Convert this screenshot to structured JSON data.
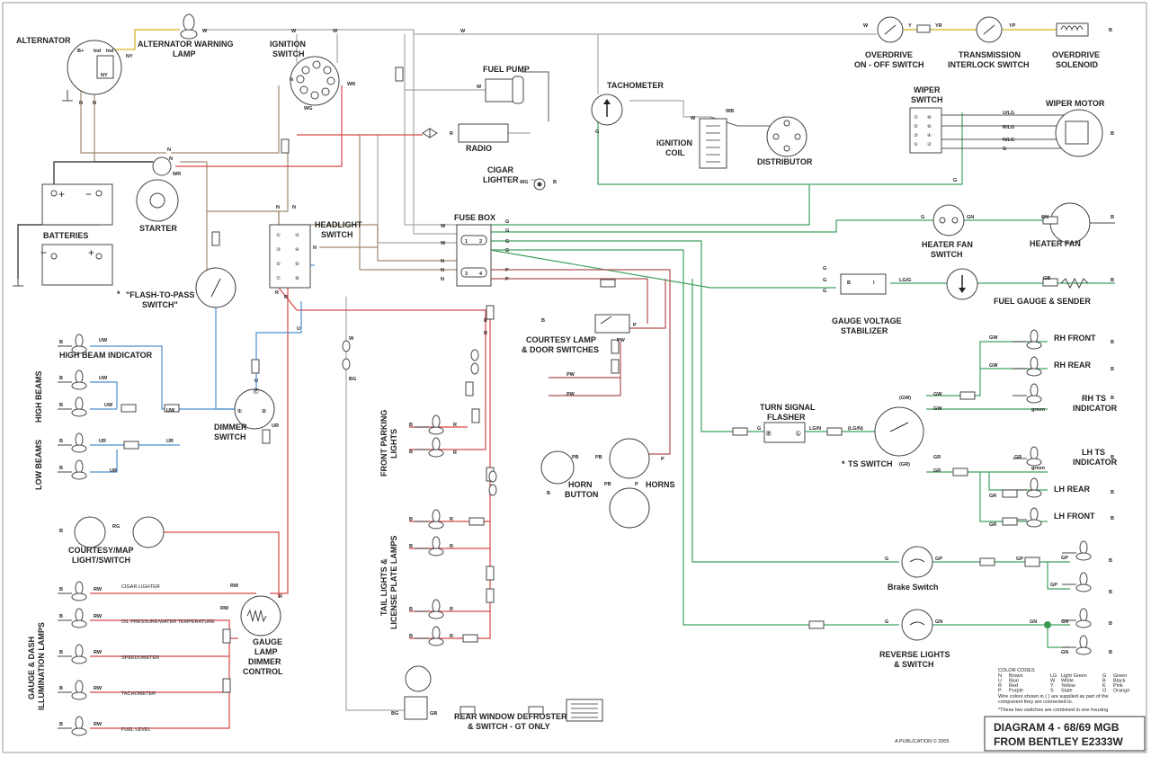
{
  "title": {
    "line1": "DIAGRAM 4 - 68/69 MGB",
    "line2": "FROM BENTLEY E2333W"
  },
  "credit": "A PUBLICATION © 2005",
  "components": {
    "alternator": "ALTERNATOR",
    "alt_warning_1": "ALTERNATOR WARNING",
    "alt_warning_2": "LAMP",
    "ignition_switch_1": "IGNITION",
    "ignition_switch_2": "SWITCH",
    "fuel_pump": "FUEL PUMP",
    "radio": "RADIO",
    "cigar_lighter_1": "CIGAR",
    "cigar_lighter_2": "LIGHTER",
    "tachometer": "TACHOMETER",
    "ignition_coil_1": "IGNITION",
    "ignition_coil_2": "COIL",
    "distributor": "DISTRIBUTOR",
    "overdrive_switch_1": "OVERDRIVE",
    "overdrive_switch_2": "ON - OFF SWITCH",
    "trans_interlock_1": "TRANSMISSION",
    "trans_interlock_2": "INTERLOCK SWITCH",
    "overdrive_solenoid_1": "OVERDRIVE",
    "overdrive_solenoid_2": "SOLENOID",
    "wiper_switch_1": "WIPER",
    "wiper_switch_2": "SWITCH",
    "wiper_motor": "WIPER MOTOR",
    "batteries": "BATTERIES",
    "starter": "STARTER",
    "headlight_switch_1": "HEADLIGHT",
    "headlight_switch_2": "SWITCH",
    "fuse_box": "FUSE BOX",
    "heater_fan_switch_1": "HEATER FAN",
    "heater_fan_switch_2": "SWITCH",
    "heater_fan": "HEATER FAN",
    "fuel_gauge": "FUEL GAUGE & SENDER",
    "gauge_stab_1": "GAUGE VOLTAGE",
    "gauge_stab_2": "STABILIZER",
    "flash_to_pass_1": "\"FLASH-TO-PASS",
    "flash_to_pass_2": "SWITCH\"",
    "high_beam_indicator": "HIGH BEAM INDICATOR",
    "high_beams": "HIGH BEAMS",
    "low_beams": "LOW BEAMS",
    "dimmer_switch_1": "DIMMER",
    "dimmer_switch_2": "SWITCH",
    "courtesy_lamp_1": "COURTESY LAMP",
    "courtesy_lamp_2": "& DOOR SWITCHES",
    "front_parking_1": "FRONT PARKING",
    "front_parking_2": "LIGHTS",
    "horn_button_1": "HORN",
    "horn_button_2": "BUTTON",
    "horns": "HORNS",
    "turn_flasher_1": "TURN SIGNAL",
    "turn_flasher_2": "FLASHER",
    "ts_switch": "TS SWITCH",
    "rh_front": "RH FRONT",
    "rh_rear": "RH REAR",
    "rh_ts_1": "RH TS",
    "rh_ts_2": "INDICATOR",
    "lh_ts_1": "LH TS",
    "lh_ts_2": "INDICATOR",
    "lh_rear": "LH REAR",
    "lh_front": "LH FRONT",
    "courtesy_map_1": "COURTESY/MAP",
    "courtesy_map_2": "LIGHT/SWITCH",
    "tail_lights_1": "TAIL LIGHTS &",
    "tail_lights_2": "LICENSE PLATE LAMPS",
    "brake_switch": "Brake Switch",
    "reverse_1": "REVERSE LIGHTS",
    "reverse_2": "& SWITCH",
    "gauge_dimmer_1": "GAUGE",
    "gauge_dimmer_2": "LAMP",
    "gauge_dimmer_3": "DIMMER",
    "gauge_dimmer_4": "CONTROL",
    "dash_lamps_1": "GAUGE & DASH",
    "dash_lamps_2": "ILLUMINATION LAMPS",
    "defroster_1": "REAR WINDOW DEFROSTER",
    "defroster_2": "& SWITCH - GT ONLY"
  },
  "dash_lamp_labels": [
    "CIGAR LIGHTER",
    "OIL PRESSURE/WATER TEMPERATURE",
    "SPEEDOMETER",
    "TACHOMETER",
    "FUEL LEVEL"
  ],
  "legend": {
    "heading": "COLOR CODES",
    "codes": [
      [
        "N",
        "Brown"
      ],
      [
        "U",
        "Blue"
      ],
      [
        "R",
        "Red"
      ],
      [
        "P",
        "Purple"
      ],
      [
        "LG",
        "Light Green"
      ],
      [
        "W",
        "White"
      ],
      [
        "Y",
        "Yellow"
      ],
      [
        "S",
        "Slate"
      ],
      [
        "G",
        "Green"
      ],
      [
        "B",
        "Black"
      ],
      [
        "K",
        "Pink"
      ],
      [
        "O",
        "Orange"
      ]
    ],
    "note1": "Wire colors shown in ( ) are supplied as part of the",
    "note2": "component they are connected to.",
    "note3": "*These two switches are combined in one housing"
  },
  "wire_colors": {
    "W": "#a8a8a8",
    "N": "#a08a70",
    "R": "#d84848",
    "G": "#40a060",
    "U": "#4d8fd0",
    "P": "#b05050",
    "B": "#222222",
    "Y": "#d0b020",
    "LG": "#80c090"
  }
}
